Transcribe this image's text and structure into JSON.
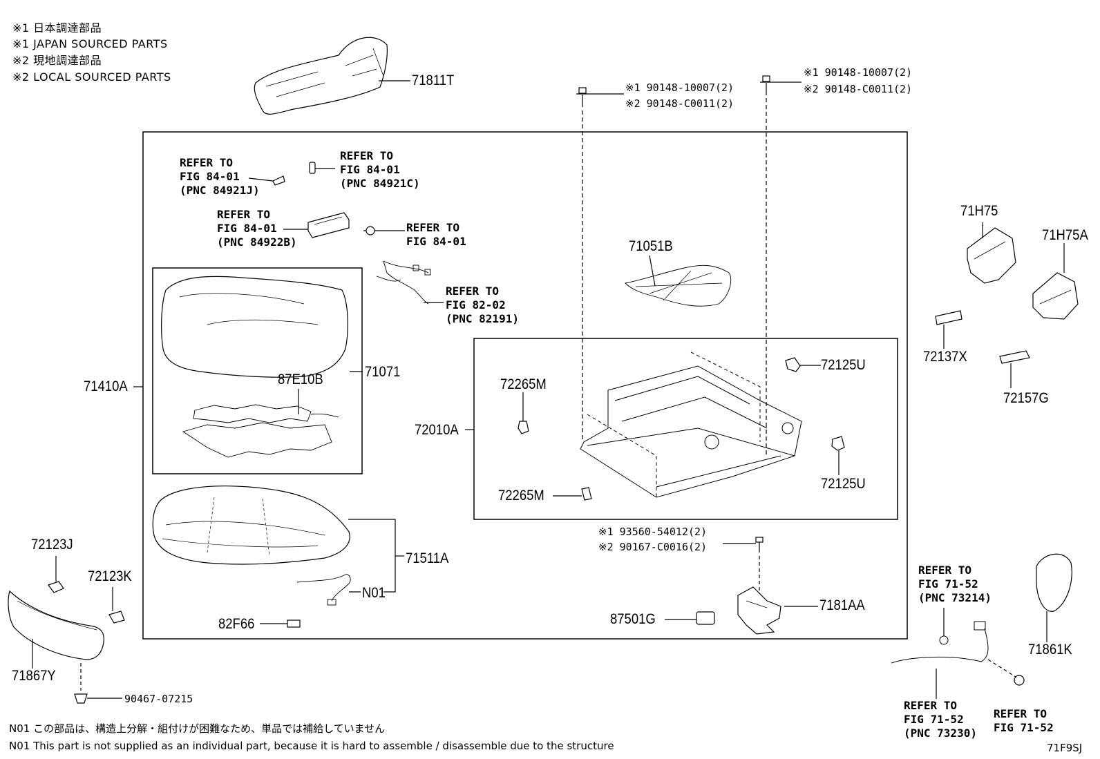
{
  "notes": {
    "n1_jp": "※1 日本調達部品",
    "n1_en": "※1 JAPAN SOURCED PARTS",
    "n2_jp": "※2 現地調達部品",
    "n2_en": "※2 LOCAL SOURCED PARTS"
  },
  "labels": {
    "p71811T": "71811T",
    "bolt_left_1": "※1 90148-10007(2)",
    "bolt_left_2": "※2 90148-C0011(2)",
    "bolt_right_1": "※1 90148-10007(2)",
    "bolt_right_2": "※2 90148-C0011(2)",
    "ref_84921J": "REFER TO\nFIG 84-01\n(PNC 84921J)",
    "ref_84921C": "REFER TO\nFIG 84-01\n(PNC 84921C)",
    "ref_84922B": "REFER TO\nFIG 84-01\n(PNC 84922B)",
    "ref_8401": "REFER TO\nFIG 84-01",
    "ref_82191": "REFER TO\nFIG 82-02\n(PNC 82191)",
    "p71051B": "71051B",
    "p71H75": "71H75",
    "p71H75A": "71H75A",
    "p72137X": "72137X",
    "p72157G": "72157G",
    "p71071": "71071",
    "p87E10B": "87E10B",
    "p71410A": "71410A",
    "p72265M_top": "72265M",
    "p72010A": "72010A",
    "p72125U_top": "72125U",
    "p72125U_bot": "72125U",
    "p72265M_bot": "72265M",
    "screw_1": "※1 93560-54012(2)",
    "screw_2": "※2 90167-C0016(2)",
    "p7181AA": "7181AA",
    "p87501G": "87501G",
    "p72123J": "72123J",
    "p72123K": "72123K",
    "p71511A": "71511A",
    "pN01": "N01",
    "p82F66": "82F66",
    "p71867Y": "71867Y",
    "p90467": "90467-07215",
    "ref_73214": "REFER TO\nFIG 71-52\n(PNC 73214)",
    "ref_73230": "REFER TO\nFIG 71-52\n(PNC 73230)",
    "ref_7152": "REFER TO\nFIG 71-52",
    "p71861K": "71861K"
  },
  "footer": {
    "jp": "N01 この部品は、構造上分解・組付けが困難なため、単品では補給していません",
    "en": "N01 This part is not supplied as an individual part, because it is hard to assemble / disassemble due to the structure",
    "code": "71F9SJ"
  }
}
